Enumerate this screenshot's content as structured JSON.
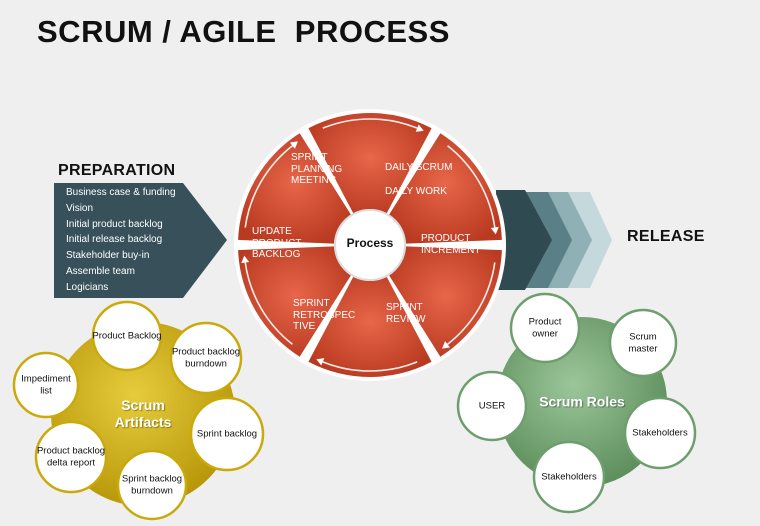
{
  "title": "SCRUM / AGILE  PROCESS",
  "preparation": {
    "title": "PREPARATION",
    "items": [
      "Business case & funding",
      "Vision",
      "Initial product backlog",
      "Initial release backlog",
      "Stakeholder buy-in",
      "Assemble team",
      "Logicians"
    ]
  },
  "release": {
    "title": "RELEASE"
  },
  "process": {
    "hub": "Process",
    "segments": [
      {
        "label": "SPRINT PLANNING MEETING"
      },
      {
        "label": "DAILY SCRUM",
        "label2": "DAILY WORK"
      },
      {
        "label": "PRODUCT INCREMENT"
      },
      {
        "label": "SPRINT REVIEW"
      },
      {
        "label": "SPRINT RETROSPEC TIVE"
      },
      {
        "label": "UPDATE PRODUCT BACKLOG"
      }
    ]
  },
  "artifacts": {
    "title": "Scrum Artifacts",
    "items": [
      "Product Backlog",
      "Product backlog burndown",
      "Sprint backlog",
      "Sprint backlog burndown",
      "Product backlog delta report",
      "Impediment list"
    ]
  },
  "roles": {
    "title": "Scrum Roles",
    "items": [
      "Product owner",
      "Scrum master",
      "Stakeholders",
      "Stakeholders",
      "USER"
    ]
  },
  "colors": {
    "wheel": "#d2482a",
    "prep_arrow": "#37505a",
    "artifacts": "#c9a90c",
    "roles": "#6e9e6d"
  }
}
